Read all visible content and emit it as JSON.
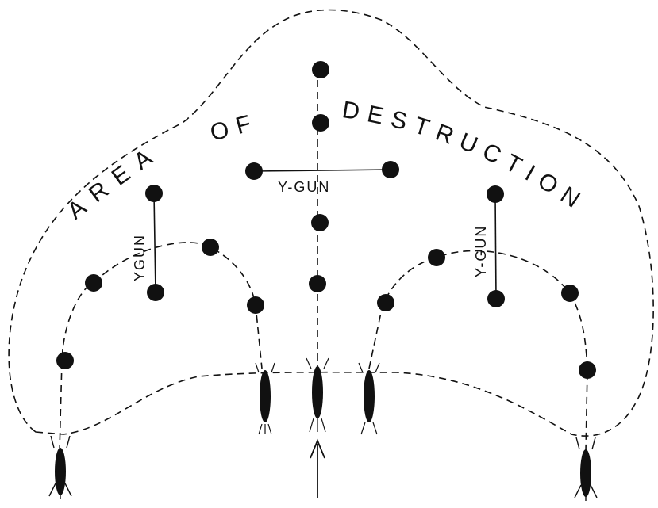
{
  "labels": {
    "area_word1": "AREA",
    "area_word2": "OF",
    "area_word3": "DESTRUCTION",
    "ygun_center": "Y-GUN",
    "ygun_left": "YGUN",
    "ygun_right": "Y-GUN"
  },
  "colors": {
    "ink": "#111111",
    "background": "#ffffff"
  },
  "icons": {
    "charge": "filled-circle",
    "ship": "elongated-hull",
    "arrow": "arrow-up"
  }
}
